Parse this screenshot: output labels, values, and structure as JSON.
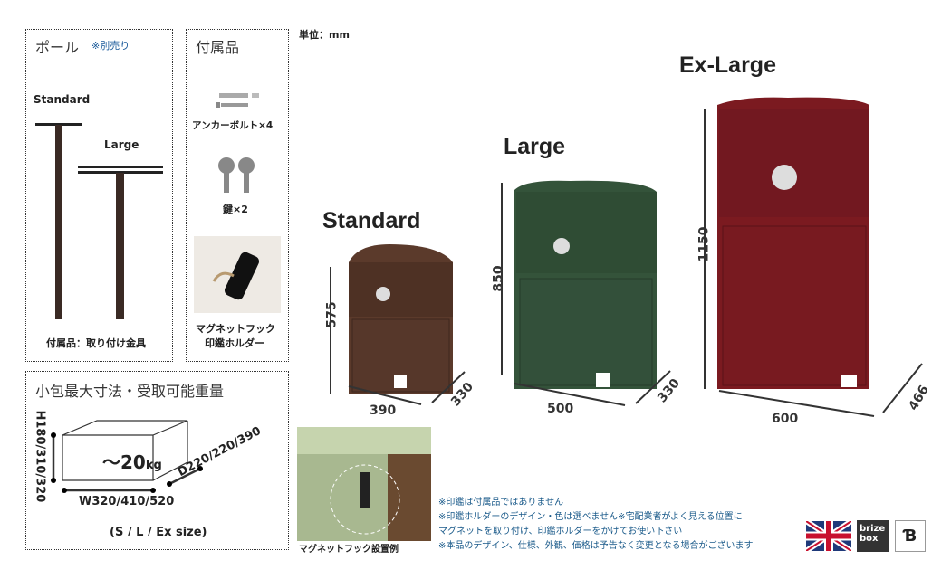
{
  "unit": "単位：mm",
  "pole_panel": {
    "title": "ポール",
    "note": "※別売り",
    "standard": "Standard",
    "large": "Large",
    "footer": "付属品：取り付け金具"
  },
  "accessories_panel": {
    "title": "付属品",
    "items": [
      "アンカーボルト×4",
      "鍵×2",
      "マグネットフック",
      "印鑑ホルダー"
    ]
  },
  "parcel_panel": {
    "title": "小包最大寸法・受取可能重量",
    "weight": "～20",
    "weight_unit": "kg",
    "height": "H180/310/320",
    "width": "W320/410/520",
    "depth": "D220/220/390",
    "sizes": "(S / L / Ex size)"
  },
  "boxes": [
    {
      "name": "Standard",
      "height": "575",
      "width": "390",
      "depth": "330",
      "color": "#5b3a2b"
    },
    {
      "name": "Large",
      "height": "850",
      "width": "500",
      "depth": "330",
      "color": "#34533a"
    },
    {
      "name": "Ex-Large",
      "height": "1150",
      "width": "600",
      "depth": "466",
      "color": "#7b1a20"
    }
  ],
  "photo_caption": "マグネットフック設置例",
  "notes": [
    "※印鑑は付属品ではありません",
    "※印鑑ホルダーのデザイン・色は選べません※宅配業者がよく見える位置に",
    "マグネットを取り付け、印鑑ホルダーをかけてお使い下さい",
    "※本品のデザイン、仕様、外観、価格は予告なく変更となる場合がございます"
  ],
  "logos": {
    "brand_line1": "brize",
    "brand_line2": "box"
  }
}
